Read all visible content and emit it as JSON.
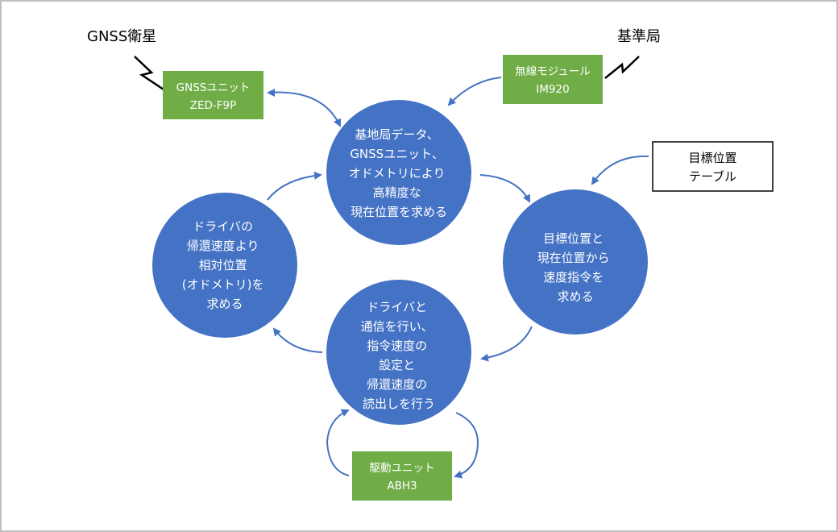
{
  "labels": {
    "gnss_satellite": "GNSS衛星",
    "base_station": "基準局"
  },
  "boxes": {
    "gnss_unit": {
      "line1": "GNSSユニット",
      "line2": "ZED-F9P"
    },
    "radio_module": {
      "line1": "無線モジュール",
      "line2": "IM920"
    },
    "drive_unit": {
      "line1": "駆動ユニット",
      "line2": "ABH3"
    },
    "target_table": {
      "line1": "目標位置",
      "line2": "テーブル"
    }
  },
  "circles": {
    "top": [
      "基地局データ、",
      "GNSSユニット、",
      "オドメトリにより",
      "高精度な",
      "現在位置を求める"
    ],
    "right": [
      "目標位置と",
      "現在位置から",
      "速度指令を",
      "求める"
    ],
    "bottom": [
      "ドライバと",
      "通信を行い、",
      "指令速度の",
      "設定と",
      "帰還速度の",
      "読出しを行う"
    ],
    "left": [
      "ドライバの",
      "帰還速度より",
      "相対位置",
      "(オドメトリ)を",
      "求める"
    ]
  },
  "colors": {
    "circle_fill": "#4472C4",
    "box_fill": "#70AD47",
    "arrow": "#4472C4",
    "frame": "#BFBFBF"
  }
}
